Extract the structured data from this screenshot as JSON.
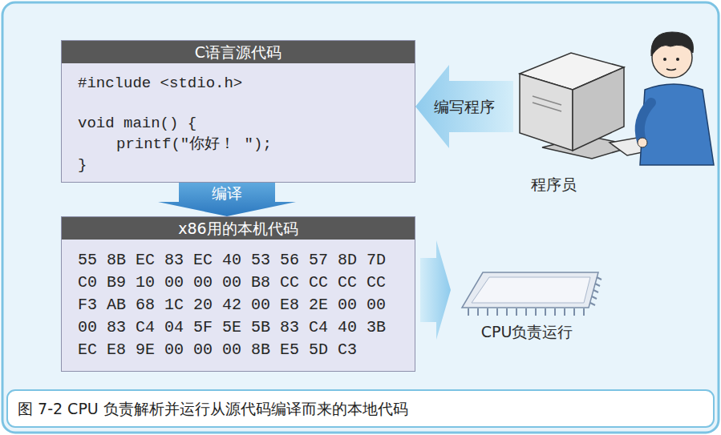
{
  "diagram": {
    "caption": "图 7-2 CPU 负责解析并运行从源代码编译而来的本地代码",
    "nodes": [
      {
        "text": [
          "C语言源代码",
          "#include <stdio.h>",
          "void main() {",
          "printf(\"你好！ \");",
          "}"
        ]
      },
      {
        "text": [
          "程序员"
        ]
      },
      {
        "text": [
          "x86用的本机代码",
          "55 8B EC 83 EC 40 53 56 57 8D 7D",
          "C0 B9 10 00 00 00 B8 CC CC CC CC",
          "F3 AB 68 1C 20 42 00 E8 2E 00 00",
          "00 83 C4 04 5F 5E 5B 83 C4 40 3B",
          "EC E8 9E 00 00 00 8B E5 5D C3"
        ]
      },
      {
        "text": [
          "CPU负责运行"
        ]
      }
    ],
    "edges": [
      {
        "from": 1,
        "to": 0,
        "label": "编写程序",
        "arrow": "to"
      },
      {
        "from": 0,
        "to": 2,
        "label": "编译",
        "arrow": "to"
      },
      {
        "from": 2,
        "to": 3,
        "arrow": "to"
      }
    ]
  }
}
